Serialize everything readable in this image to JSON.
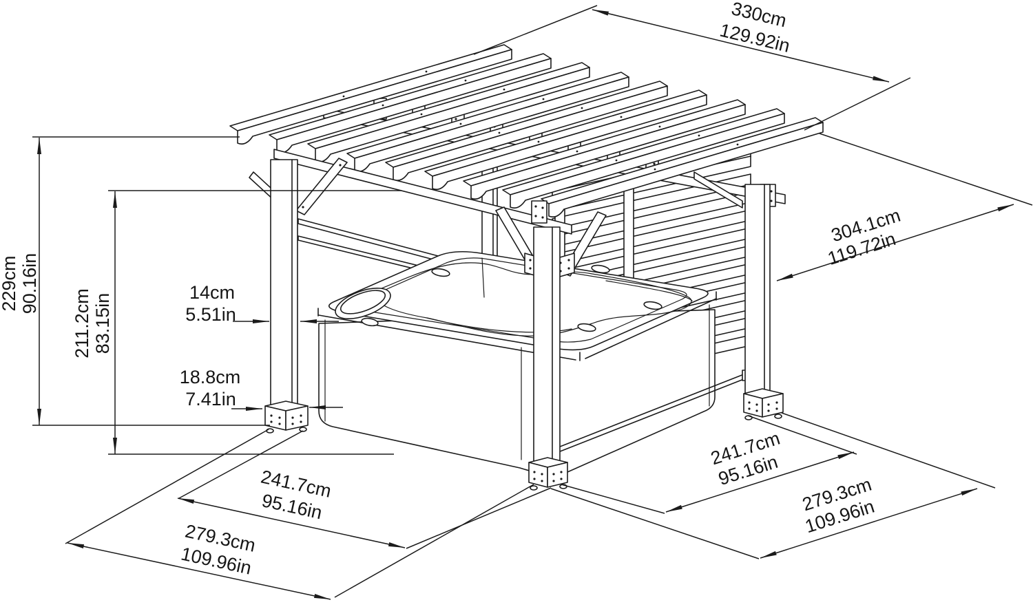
{
  "diagram": {
    "type": "technical-line-drawing",
    "subject": "pergola with hot tub - dimensioned isometric view",
    "background_color": "#ffffff",
    "line_color": "#1b1b1b",
    "dimensions": {
      "roof_width_top": {
        "cm": "330cm",
        "in": "129.92in"
      },
      "roof_depth_right": {
        "cm": "304.1cm",
        "in": "119.72in"
      },
      "total_height": {
        "cm": "229cm",
        "in": "90.16in"
      },
      "clearance_height": {
        "cm": "211.2cm",
        "in": "83.15in"
      },
      "post_width": {
        "cm": "14cm",
        "in": "5.51in"
      },
      "base_width": {
        "cm": "18.8cm",
        "in": "7.41in"
      },
      "post_spacing_left": {
        "cm": "241.7cm",
        "in": "95.16in"
      },
      "footprint_left": {
        "cm": "279.3cm",
        "in": "109.96in"
      },
      "post_spacing_right": {
        "cm": "241.7cm",
        "in": "95.16in"
      },
      "footprint_right": {
        "cm": "279.3cm",
        "in": "109.96in"
      }
    }
  }
}
